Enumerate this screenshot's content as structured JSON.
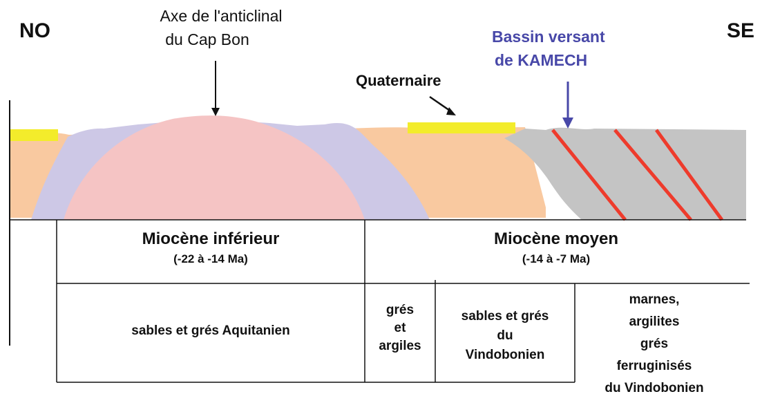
{
  "orientation": {
    "left": "NO",
    "right": "SE"
  },
  "annotations": {
    "anticline_line1": "Axe de l'anticlinal",
    "anticline_line2": "du Cap Bon",
    "quaternary": "Quaternaire",
    "basin_line1": "Bassin versant",
    "basin_line2": "de KAMECH"
  },
  "table": {
    "period_left": {
      "name": "Miocène inférieur",
      "age": "(-22 à -14 Ma)"
    },
    "period_right": {
      "name": "Miocène moyen",
      "age": "(-14 à -7 Ma)"
    },
    "lithology": [
      {
        "lines": [
          "sables et grés Aquitanien"
        ]
      },
      {
        "lines": [
          "grés",
          "et",
          "argiles"
        ]
      },
      {
        "lines": [
          "sables et grés",
          "du",
          "Vindobonien"
        ]
      },
      {
        "lines": [
          "marnes,",
          "argilites",
          "grés",
          "ferruginisés",
          "du Vindobonien"
        ]
      }
    ]
  },
  "colors": {
    "orange_layer": "#f9c9a0",
    "lavender_layer": "#cdc8e6",
    "pink_anticline": "#f5c4c4",
    "gray_layer": "#c4c4c4",
    "quaternary_yellow": "#f3ec2b",
    "fault_red": "#ee3b2c",
    "basin_blue": "#4848a8",
    "text": "#111111"
  }
}
